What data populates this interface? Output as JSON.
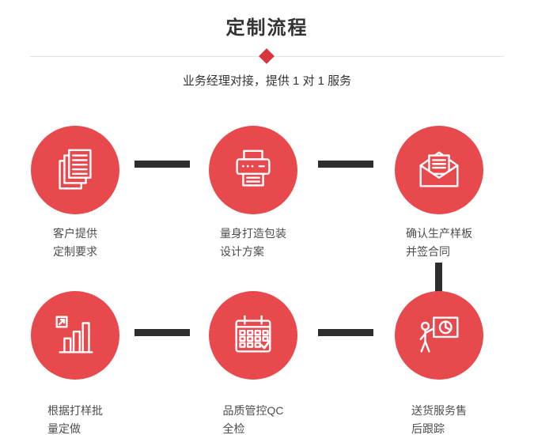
{
  "page": {
    "title": "定制流程",
    "subtitle": "业务经理对接，提供 1 对 1 服务"
  },
  "colors": {
    "accent_red": "#e8494d",
    "diamond_red": "#d6363c",
    "connector_dark": "#2d2d2d",
    "text_dark": "#333333",
    "label_gray": "#4d4d4d"
  },
  "steps": [
    {
      "icon": "documents-icon",
      "line1": "客户提供",
      "line2": "定制要求"
    },
    {
      "icon": "printer-icon",
      "line1": "量身打造包装",
      "line2": "设计方案"
    },
    {
      "icon": "envelope-icon",
      "line1": "确认生产样板",
      "line2": "并签合同"
    },
    {
      "icon": "bar-chart-icon",
      "line1": "根据打样批",
      "line2": "量定做"
    },
    {
      "icon": "calendar-icon",
      "line1": "品质管控QC",
      "line2": "全检"
    },
    {
      "icon": "presentation-icon",
      "line1": "送货服务售",
      "line2": "后跟踪"
    }
  ]
}
